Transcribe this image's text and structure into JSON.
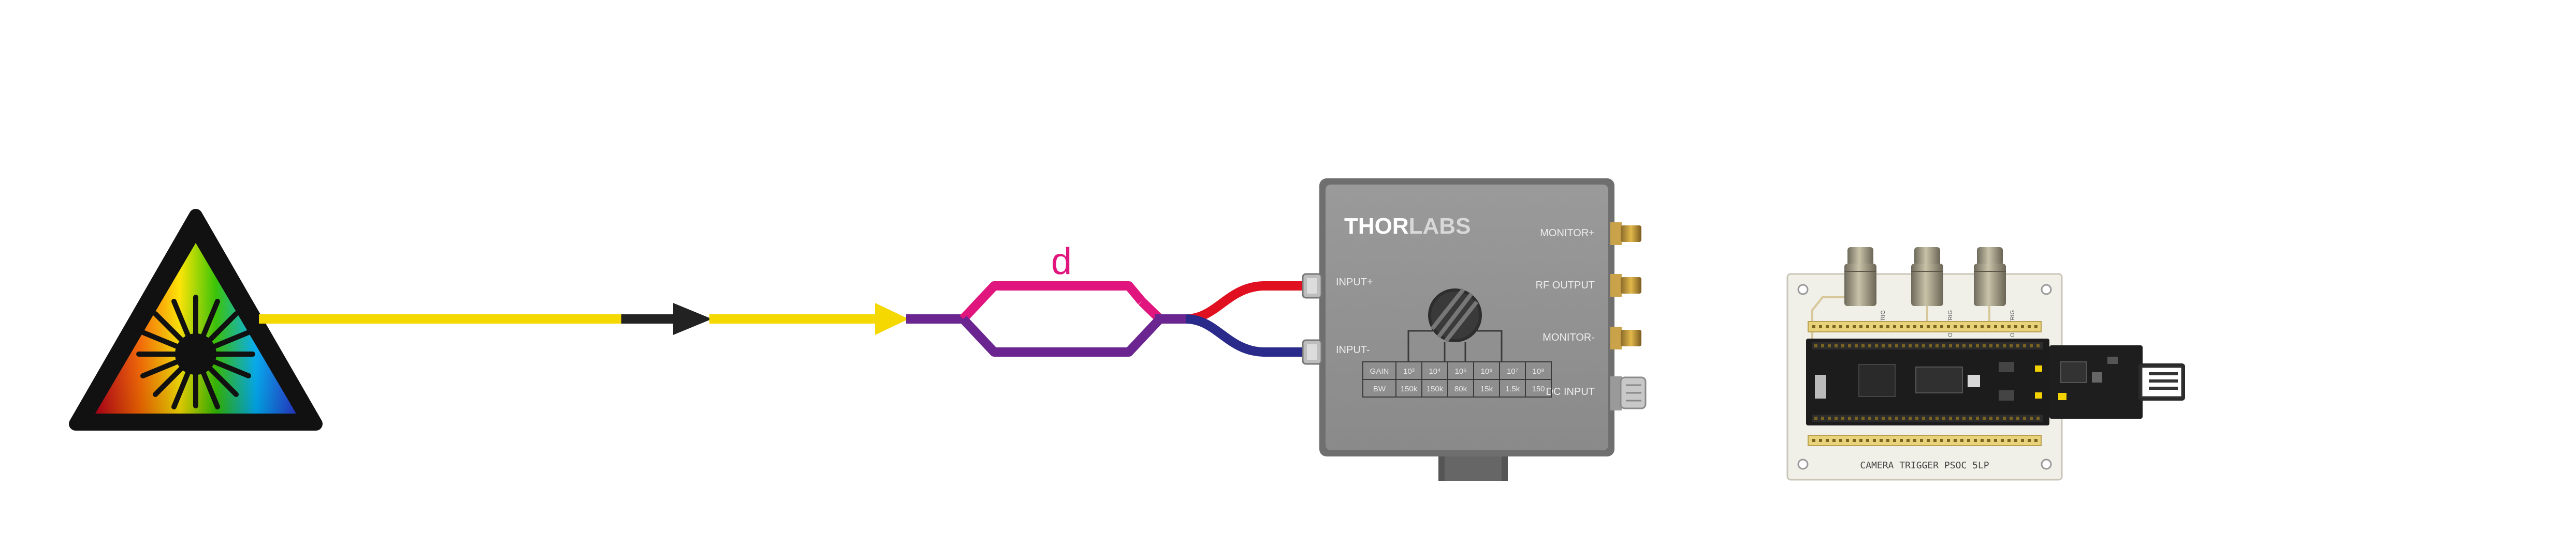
{
  "diagram": {
    "laser": {
      "icon": "laser-warning-icon",
      "border_color": "#111111"
    },
    "beam": {
      "color": "#f5d800",
      "arrow_icon": "arrow-right-icon"
    },
    "interferometer": {
      "label": "d",
      "upper_arm_color": "#e0157e",
      "lower_arm_color": "#6a2590"
    },
    "fibers": {
      "top_color": "#e01020",
      "bottom_color": "#2a2a8a"
    },
    "detector_box": {
      "brand_a": "THOR",
      "brand_b": "LABS",
      "inputs": [
        "INPUT+",
        "INPUT-"
      ],
      "outputs": [
        "MONITOR+",
        "RF OUTPUT",
        "MONITOR-",
        "DC INPUT"
      ],
      "gain_table": [
        [
          "GAIN",
          "10³",
          "10⁴",
          "10⁵",
          "10⁶",
          "10⁷",
          "10⁸"
        ],
        [
          "BW",
          "150k",
          "150k",
          "80k",
          "15k",
          "1.5k",
          "150"
        ]
      ]
    },
    "trigger_board": {
      "label": "CAMERA TRIGGER PSOC 5LP",
      "connector_labels": [
        "IN TRIG",
        "OUT TRIG",
        "OUT TRIG"
      ]
    }
  }
}
